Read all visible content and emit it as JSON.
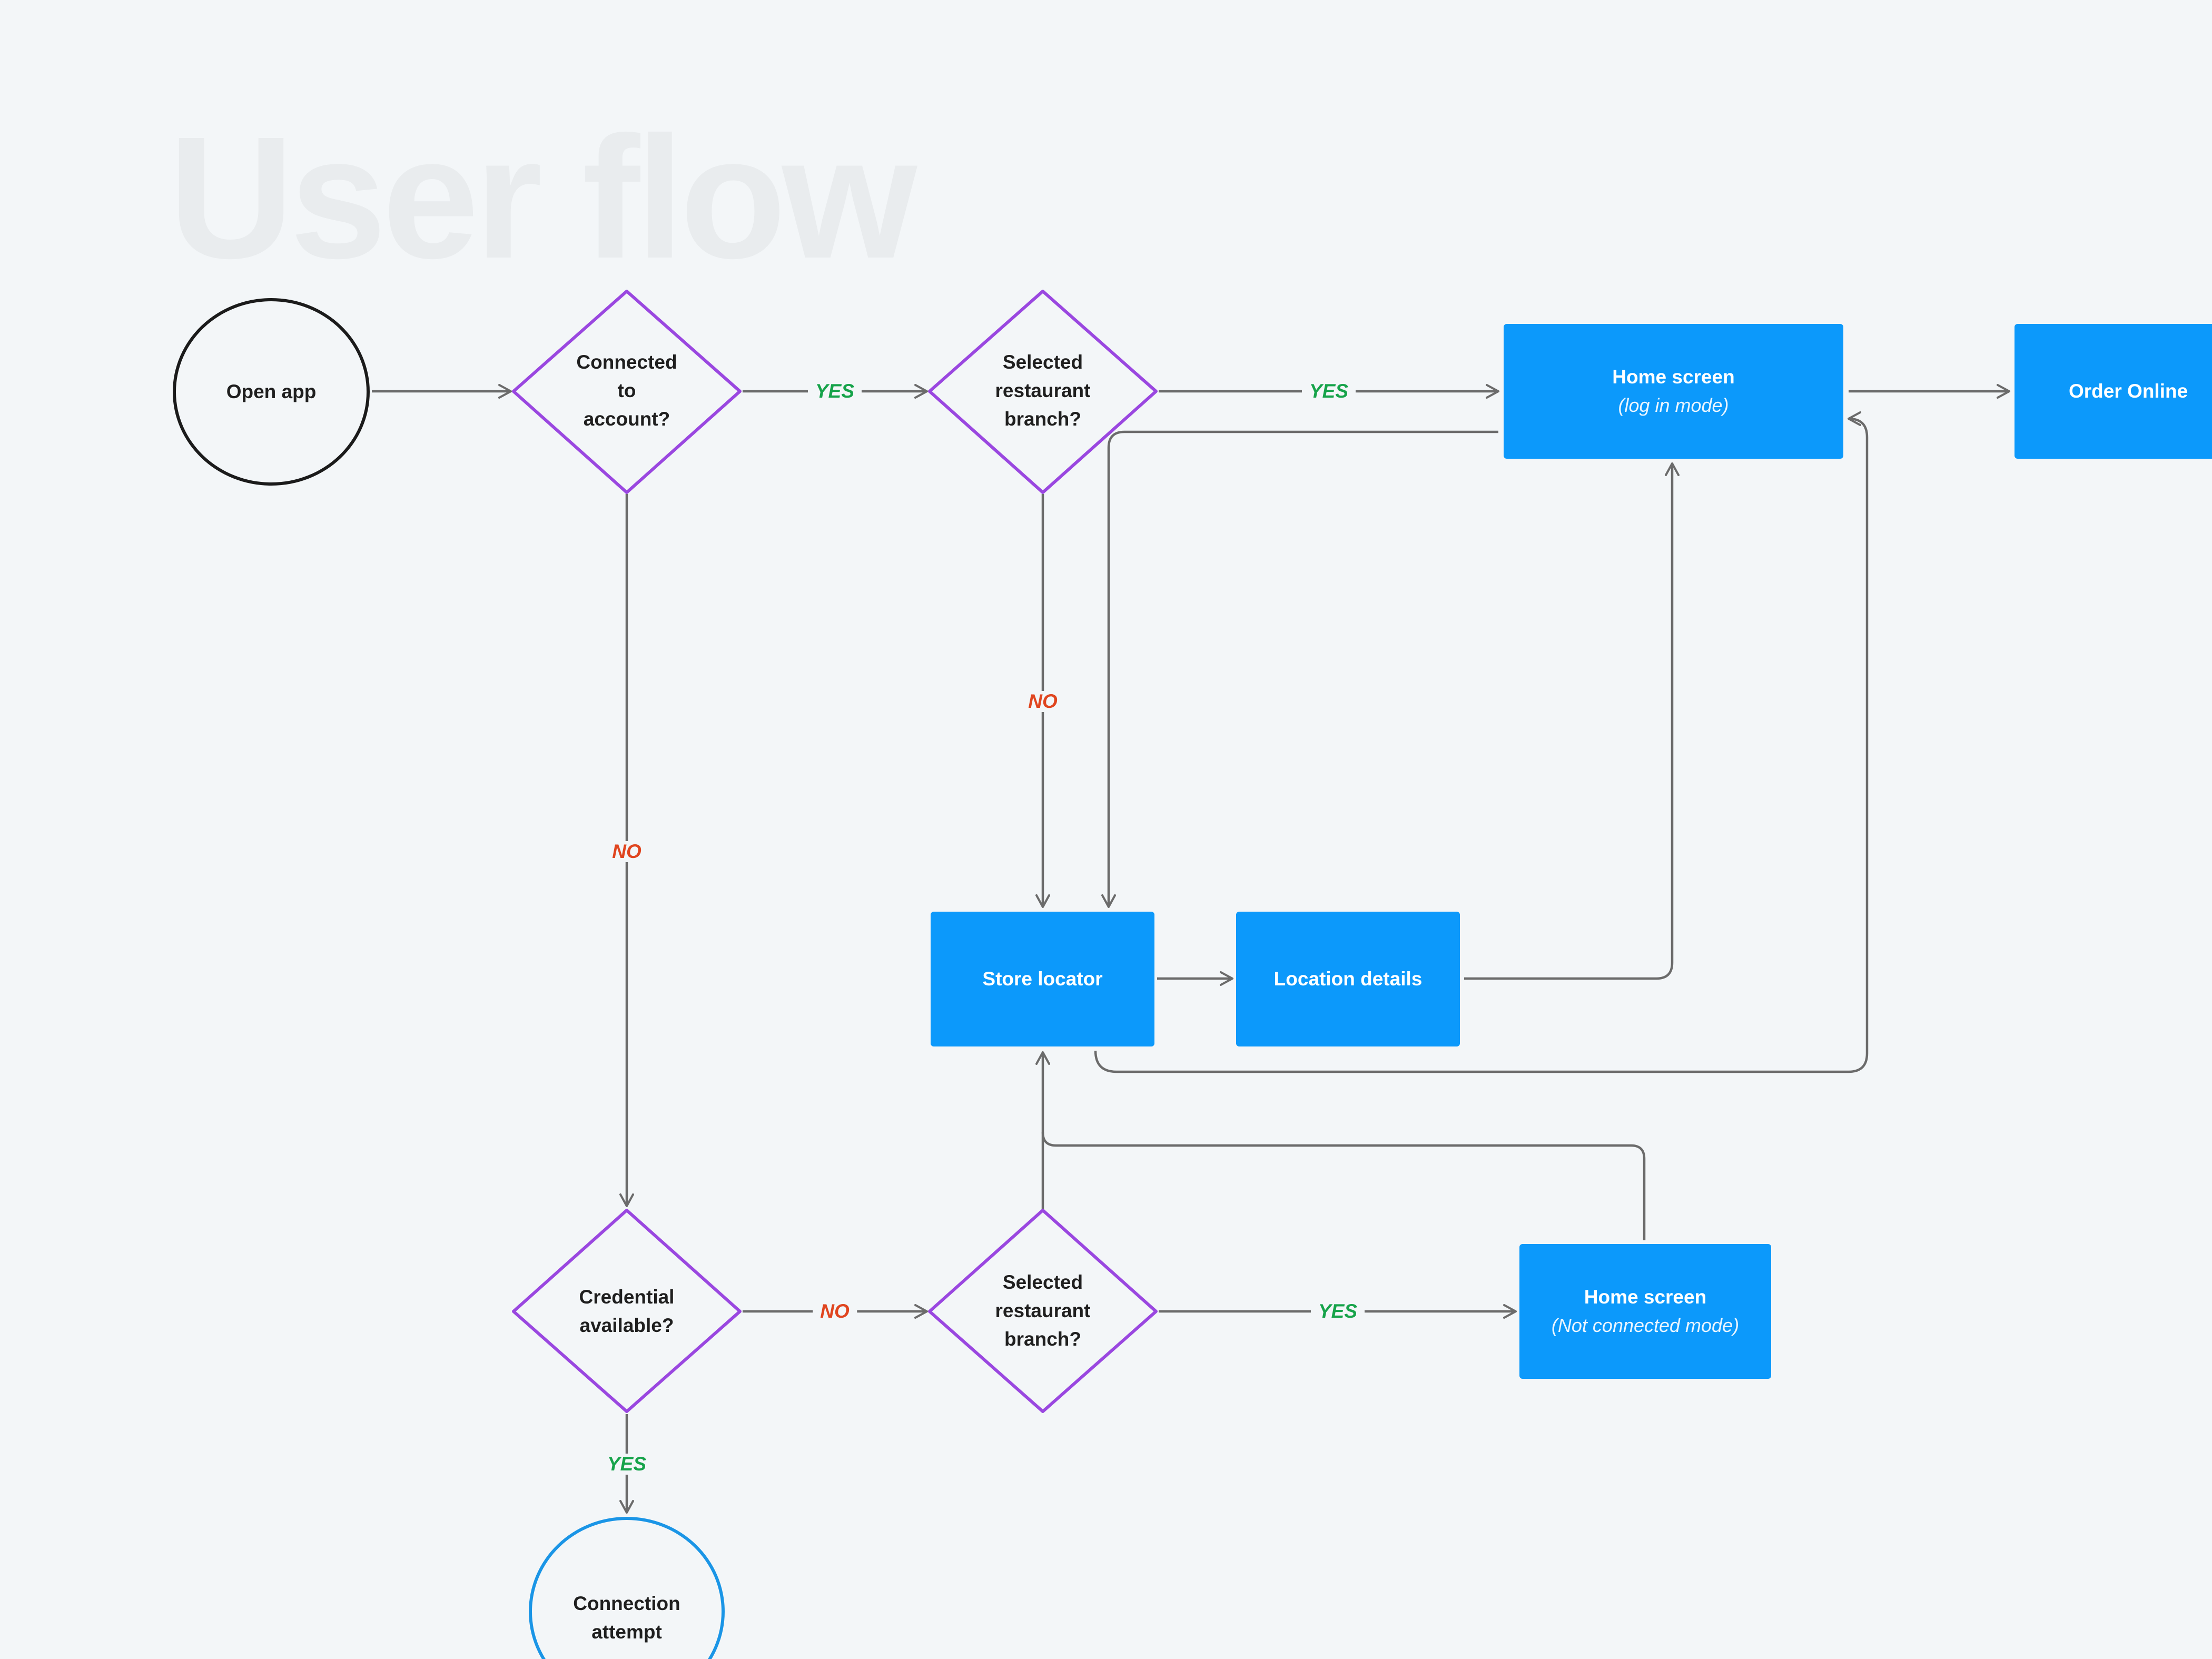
{
  "title": "User flow",
  "colors": {
    "background": "#f3f6f8",
    "decision_border": "#9a47e0",
    "process_fill": "#0c99fb",
    "yes": "#16a34a",
    "no": "#e0451f",
    "connector": "#6b6b6b",
    "terminal_border": "#1b1b1b",
    "attempt_border": "#1a95e6"
  },
  "nodes": {
    "open_app": {
      "label": "Open app"
    },
    "connected": {
      "lines": [
        "Connected",
        "to",
        "account?"
      ]
    },
    "selected_top": {
      "lines": [
        "Selected",
        "restaurant",
        "branch?"
      ]
    },
    "home_login": {
      "label": "Home screen",
      "sub": "(log in mode)"
    },
    "order_online": {
      "label": "Order Online"
    },
    "store_locator": {
      "label": "Store locator"
    },
    "location_details": {
      "label": "Location details"
    },
    "credential": {
      "lines": [
        "Credential",
        "available?"
      ]
    },
    "selected_bottom": {
      "lines": [
        "Selected",
        "restaurant",
        "branch?"
      ]
    },
    "home_not_connected": {
      "label": "Home screen",
      "sub": "(Not connected mode)"
    },
    "connection_attempt": {
      "lines": [
        "Connection",
        "attempt"
      ]
    }
  },
  "edges": {
    "connected_yes": "YES",
    "selected_top_yes": "YES",
    "selected_top_no": "NO",
    "connected_no": "NO",
    "credential_no": "NO",
    "selected_bottom_yes": "YES",
    "credential_yes": "YES"
  }
}
